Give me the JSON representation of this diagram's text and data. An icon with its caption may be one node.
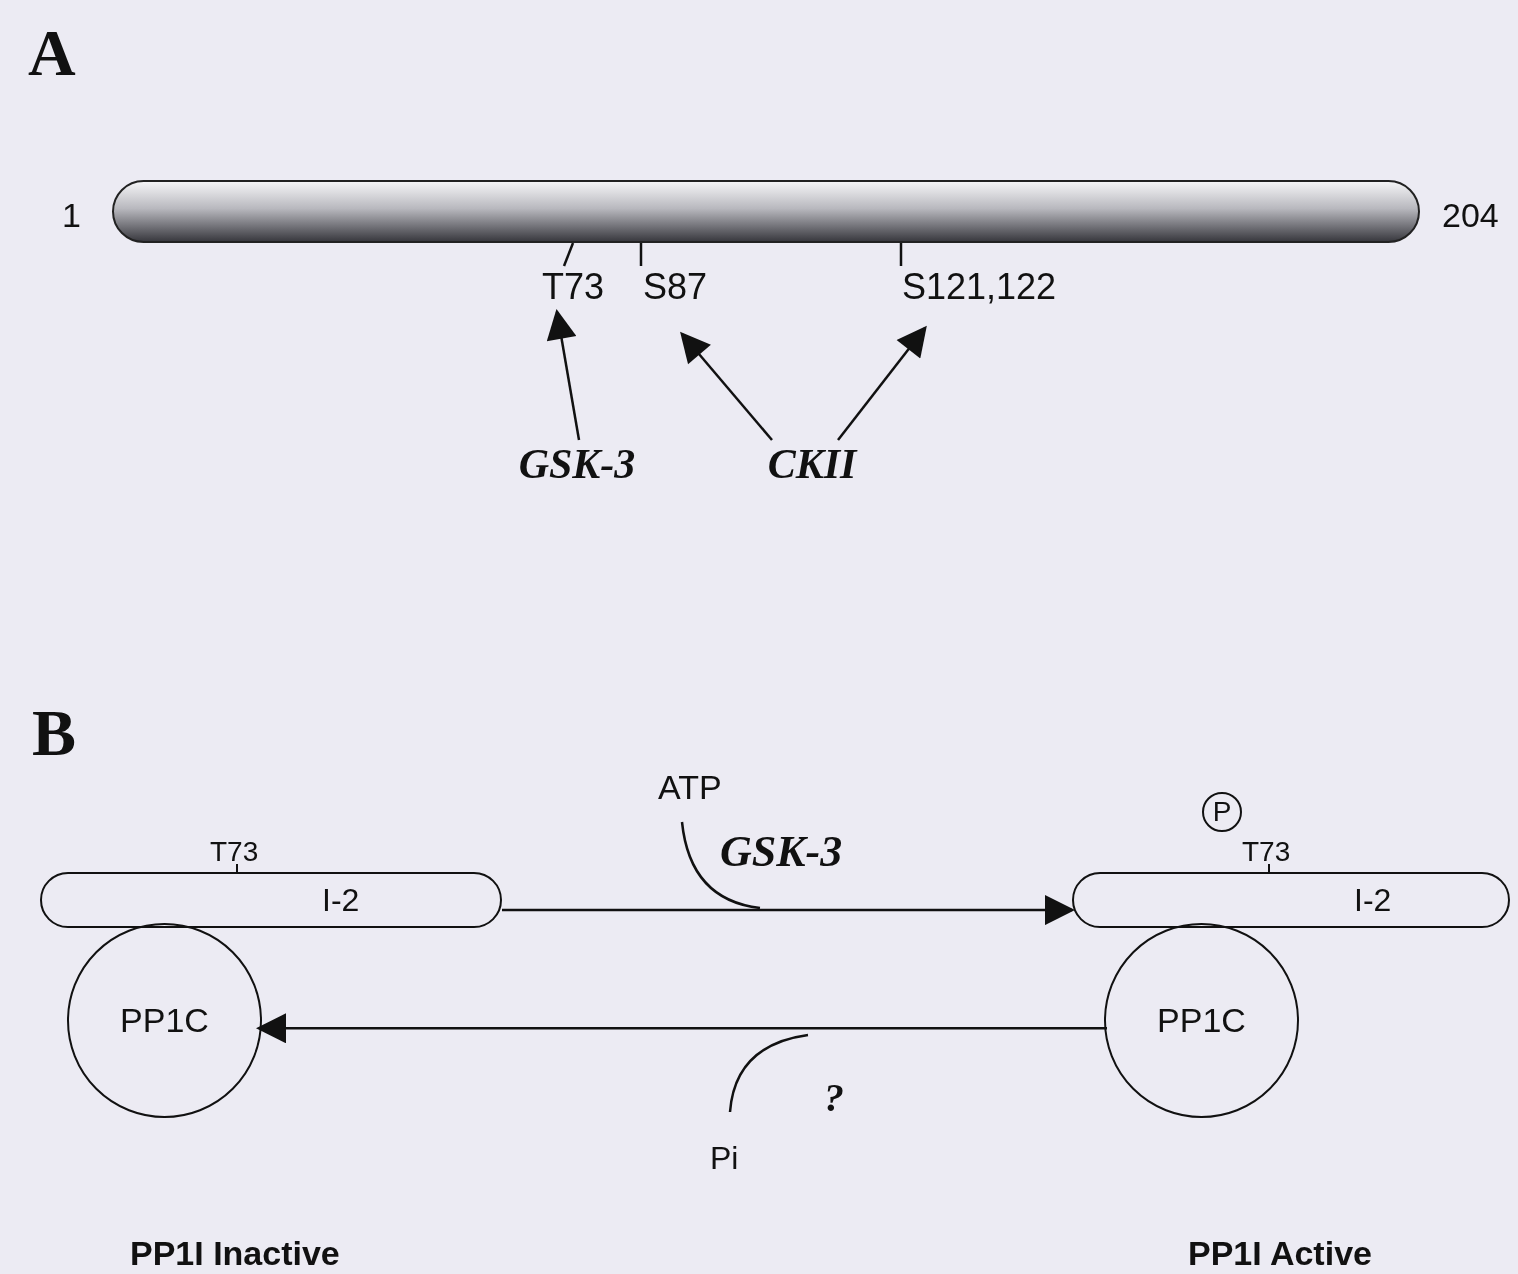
{
  "diagram": {
    "nodes": [
      {
        "text": [],
        "shape": "bar",
        "beside": [
          "1",
          "204"
        ]
      },
      {
        "text": [
          "T73"
        ]
      },
      {
        "text": [
          "S87"
        ]
      },
      {
        "text": [
          "S121,122"
        ]
      },
      {
        "text": [
          "GSK-3"
        ]
      },
      {
        "text": [
          "CKII"
        ]
      },
      {
        "text": [
          "I-2"
        ],
        "beside": [
          "T73"
        ]
      },
      {
        "text": [
          "PP1C"
        ]
      },
      {
        "text": [
          "P"
        ]
      },
      {
        "text": [
          "I-2"
        ],
        "beside": [
          "T73"
        ]
      },
      {
        "text": [
          "PP1C"
        ]
      }
    ],
    "edges": [
      {
        "from": 1,
        "to": 0,
        "arrow": "none"
      },
      {
        "from": 2,
        "to": 0,
        "arrow": "none"
      },
      {
        "from": 3,
        "to": 0,
        "arrow": "none"
      },
      {
        "from": 4,
        "to": 1,
        "arrow": "to"
      },
      {
        "from": 5,
        "to": 2,
        "arrow": "to"
      },
      {
        "from": 5,
        "to": 3,
        "arrow": "to"
      },
      {
        "from": 6,
        "to": 9,
        "arrow": "to",
        "label": "GSK-3"
      },
      {
        "from": 10,
        "to": 7,
        "arrow": "to",
        "label": "?"
      }
    ],
    "labels": [
      "A",
      "B",
      "ATP",
      "Pi",
      "PP1I Inactive",
      "PP1I Active"
    ]
  }
}
